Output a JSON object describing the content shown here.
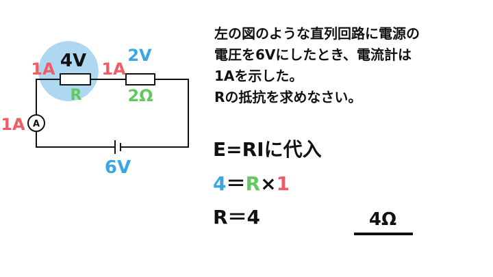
{
  "colors": {
    "red": "#ef5c66",
    "blue": "#3aa7e3",
    "green": "#63c85f",
    "highlight": "#aed8f2",
    "ink": "#111111"
  },
  "circuit": {
    "label_4v": "4V",
    "label_r": "R",
    "label_2v": "2V",
    "label_2ohm": "2Ω",
    "current_left": "1A",
    "current_mid": "1A",
    "current_ammeter": "1A",
    "ammeter_symbol": "A",
    "source": "6V"
  },
  "question": {
    "line1": "左の図のような直列回路に電源の",
    "line2": "電圧を6Vにしたとき、電流計は",
    "line3": "1Aを示した。",
    "line4": "Rの抵抗を求めなさい。"
  },
  "solution": {
    "line1": "E=RIに代入",
    "eq2_a": "4",
    "eq2_eq": "＝",
    "eq2_r": "R",
    "eq2_x": "×",
    "eq2_i": "1",
    "line3": "R＝4"
  },
  "answer": "4Ω"
}
